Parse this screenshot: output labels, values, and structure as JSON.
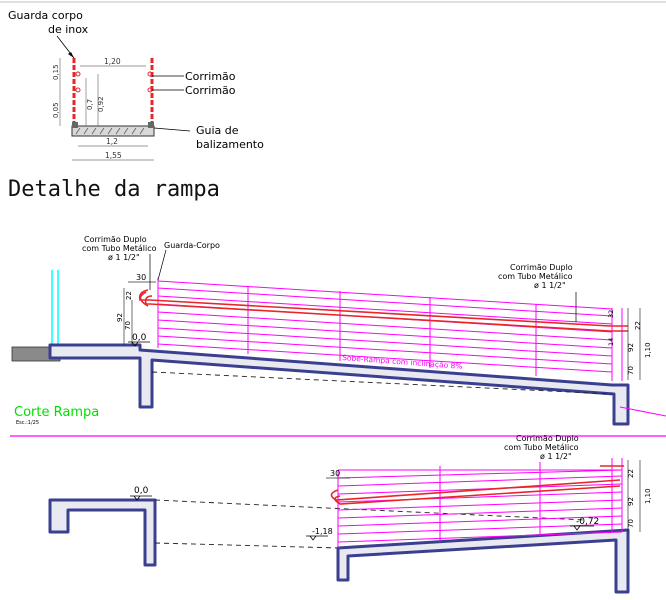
{
  "section_detail": {
    "guard_label_line1": "Guarda corpo",
    "guard_label_line2": "de inox",
    "handrail_label_1": "Corrimão",
    "handrail_label_2": "Corrimão",
    "guide_label_line1": "Guia de",
    "guide_label_line2": "balizamento",
    "dim_top_width": "1,20",
    "dim_inner_width": "1,2",
    "dim_outer_width": "1,55",
    "dim_height_a": "0,15",
    "dim_height_b": "0,05",
    "dim_height_c": "0,7",
    "dim_height_d": "0,92"
  },
  "page_title": "Detalhe da rampa",
  "ramp_top": {
    "left_note_line1": "Corrimão Duplo",
    "left_note_line2": "com Tubo Metálico",
    "left_note_line3": "ø 1 1/2\"",
    "guard_note": "Guarda-Corpo",
    "right_note_line1": "Corrimão Duplo",
    "right_note_line2": "com Tubo Metálico",
    "right_note_line3": "ø 1 1/2\"",
    "dim_30": "30",
    "dim_22": "22",
    "dim_92": "92",
    "dim_70": "70",
    "level_label": "0,0",
    "slope_label": "Sobe-Rampa com inclinação 8%",
    "right_dim_110": "1,10",
    "right_dim_92": "92",
    "right_dim_70": "70",
    "right_dim_22": "22",
    "right_dim_32": "32",
    "right_dim_14": "14",
    "section_label": "Corte Rampa",
    "section_scale": "Esc.:1/25"
  },
  "ramp_bottom": {
    "note_line1": "Corrimão Duplo",
    "note_line2": "com Tubo Metálico",
    "note_line3": "ø 1 1/2\"",
    "dim_30": "30",
    "level_left": "0,0",
    "level_mid": "-1,18",
    "level_right": "-0,72",
    "dim_110": "1,10",
    "dim_92": "92",
    "dim_70": "70",
    "dim_22": "22"
  },
  "colors": {
    "magenta": "#ff00ff",
    "red": "#e8262a",
    "navy": "#3a3f8f",
    "green": "#00e000",
    "cyan": "#00ffff"
  }
}
